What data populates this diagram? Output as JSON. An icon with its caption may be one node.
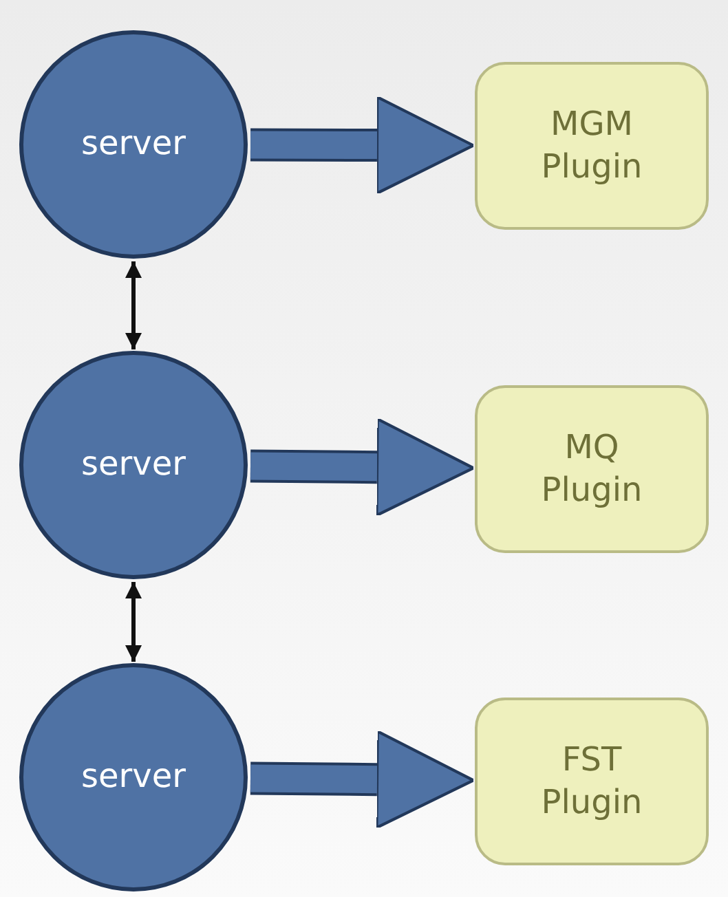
{
  "diagram": {
    "nodes": [
      {
        "text": [
          "server"
        ]
      },
      {
        "text": [
          "MGM Plugin"
        ]
      },
      {
        "text": [
          "server"
        ]
      },
      {
        "text": [
          "MQ Plugin"
        ]
      },
      {
        "text": [
          "server"
        ]
      },
      {
        "text": [
          "FST Plugin"
        ]
      }
    ],
    "edges": [
      {
        "from": 0,
        "to": 1,
        "arrow": "to"
      },
      {
        "from": 2,
        "to": 3,
        "arrow": "to"
      },
      {
        "from": 4,
        "to": 5,
        "arrow": "to"
      },
      {
        "from": 0,
        "to": 2,
        "arrow": "both",
        "color": "#111111"
      },
      {
        "from": 2,
        "to": 4,
        "arrow": "both",
        "color": "#111111"
      }
    ]
  }
}
